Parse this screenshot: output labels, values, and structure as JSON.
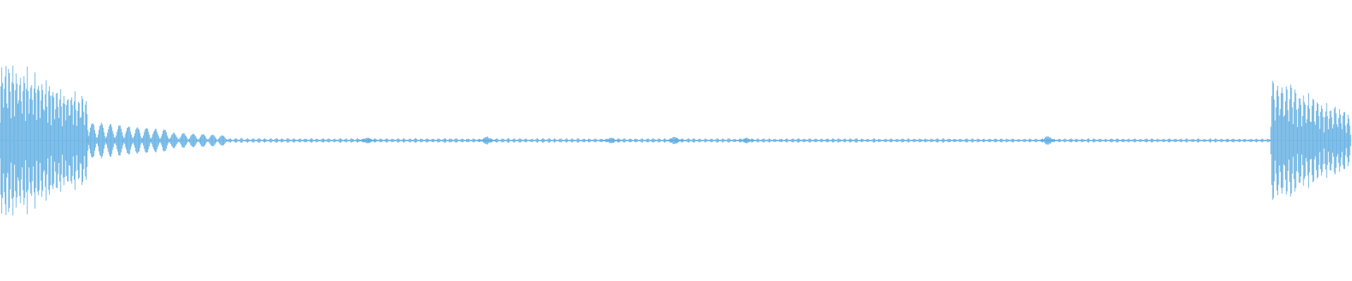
{
  "waveform": {
    "color": "#5dade2",
    "background": "#ffffff",
    "segments": [
      {
        "start": 0.0,
        "end": 0.065,
        "kind": "burst",
        "amp_start": 0.63,
        "amp_end": 0.32,
        "cycles": 24,
        "seed": 11
      },
      {
        "start": 0.065,
        "end": 0.125,
        "kind": "pulses",
        "amp_start": 0.14,
        "amp_end": 0.08,
        "count": 9,
        "seed": 21
      },
      {
        "start": 0.125,
        "end": 0.168,
        "kind": "pulses",
        "amp_start": 0.06,
        "amp_end": 0.04,
        "count": 6,
        "seed": 31
      },
      {
        "start": 0.168,
        "end": 0.94,
        "kind": "noise",
        "amp_start": 0.018,
        "amp_end": 0.015,
        "count": 180,
        "seed": 41
      },
      {
        "start": 0.94,
        "end": 0.999,
        "kind": "burst",
        "amp_start": 0.48,
        "amp_end": 0.2,
        "cycles": 18,
        "seed": 51
      }
    ],
    "accents": [
      {
        "pos": 0.272,
        "amp": 0.025
      },
      {
        "pos": 0.36,
        "amp": 0.03
      },
      {
        "pos": 0.452,
        "amp": 0.024
      },
      {
        "pos": 0.499,
        "amp": 0.03
      },
      {
        "pos": 0.552,
        "amp": 0.02
      },
      {
        "pos": 0.775,
        "amp": 0.034
      }
    ]
  }
}
